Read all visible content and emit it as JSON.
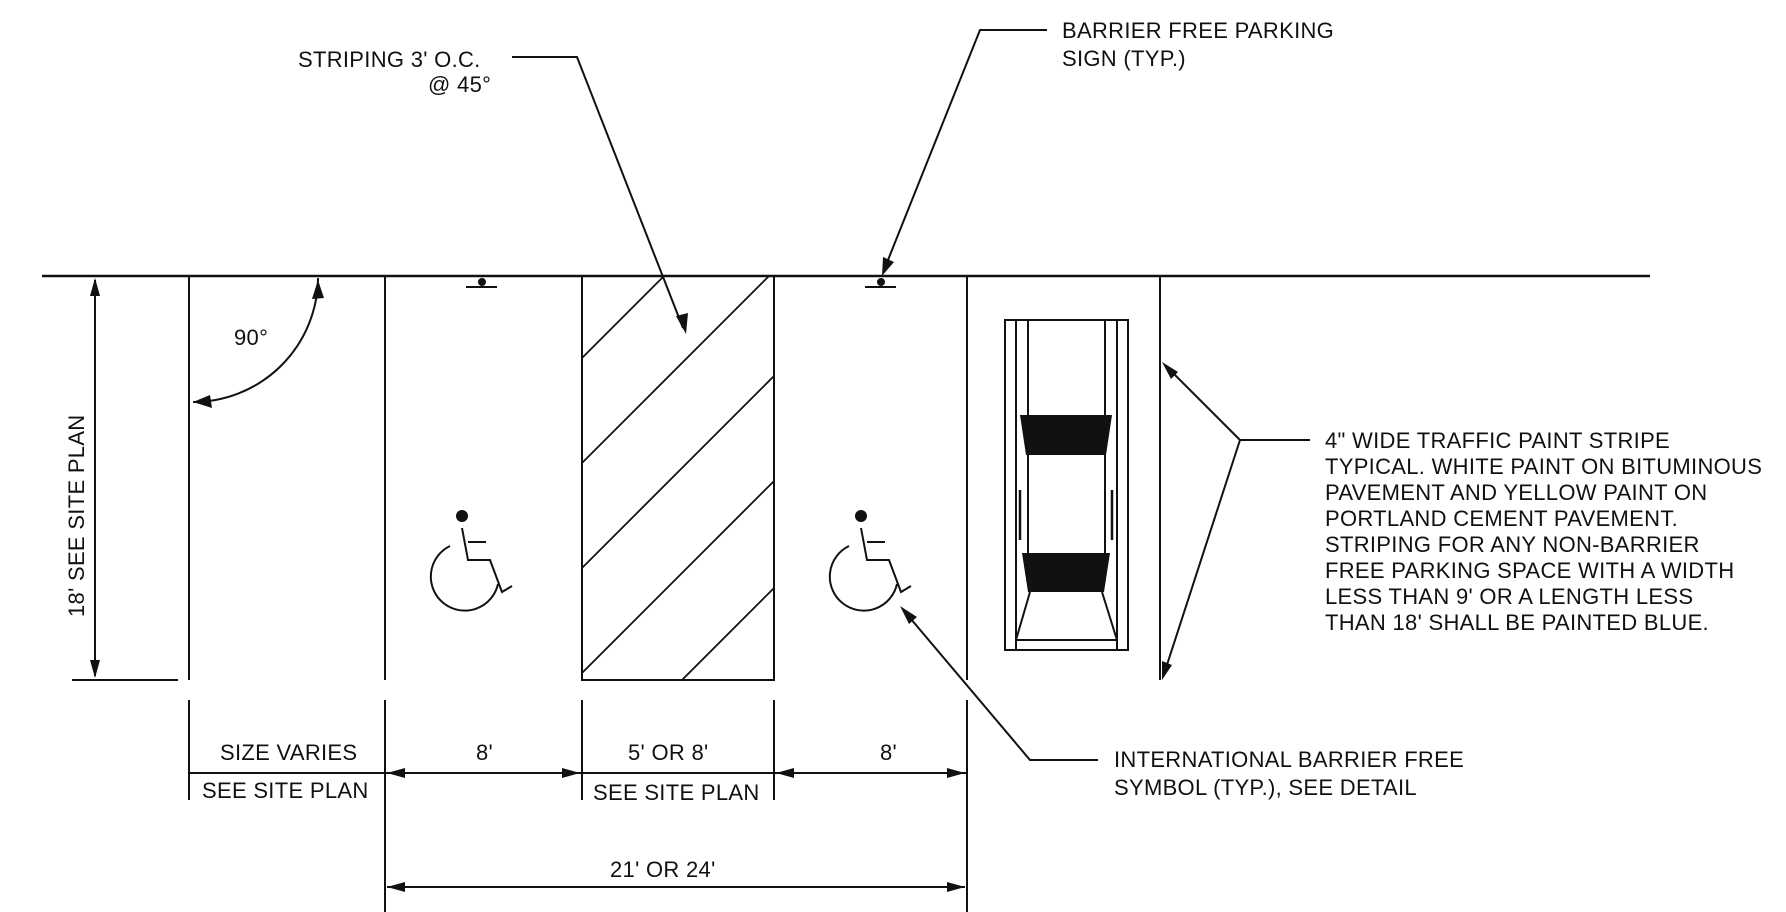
{
  "callouts": {
    "striping_line1": "STRIPING 3' O.C.",
    "striping_line2": "@ 45°",
    "sign_line1": "BARRIER FREE PARKING",
    "sign_line2": "SIGN (TYP.)",
    "paint_note": [
      "4\" WIDE TRAFFIC PAINT STRIPE",
      "TYPICAL. WHITE PAINT ON BITUMINOUS",
      "PAVEMENT AND YELLOW PAINT ON",
      "PORTLAND CEMENT PAVEMENT.",
      "STRIPING FOR ANY NON-BARRIER",
      "FREE PARKING SPACE WITH A WIDTH",
      "LESS THAN 9' OR A LENGTH LESS",
      "THAN 18' SHALL BE PAINTED BLUE."
    ],
    "symbol_line1": "INTERNATIONAL BARRIER FREE",
    "symbol_line2": "SYMBOL (TYP.), SEE DETAIL"
  },
  "dimensions": {
    "angle": "90°",
    "depth": "18' SEE SITE PLAN",
    "size_varies": "SIZE VARIES",
    "see_site_plan_1": "SEE SITE PLAN",
    "space_width_1": "8'",
    "aisle_width": "5' OR 8'",
    "see_site_plan_2": "SEE SITE PLAN",
    "space_width_2": "8'",
    "overall_width": "21' OR 24'"
  }
}
